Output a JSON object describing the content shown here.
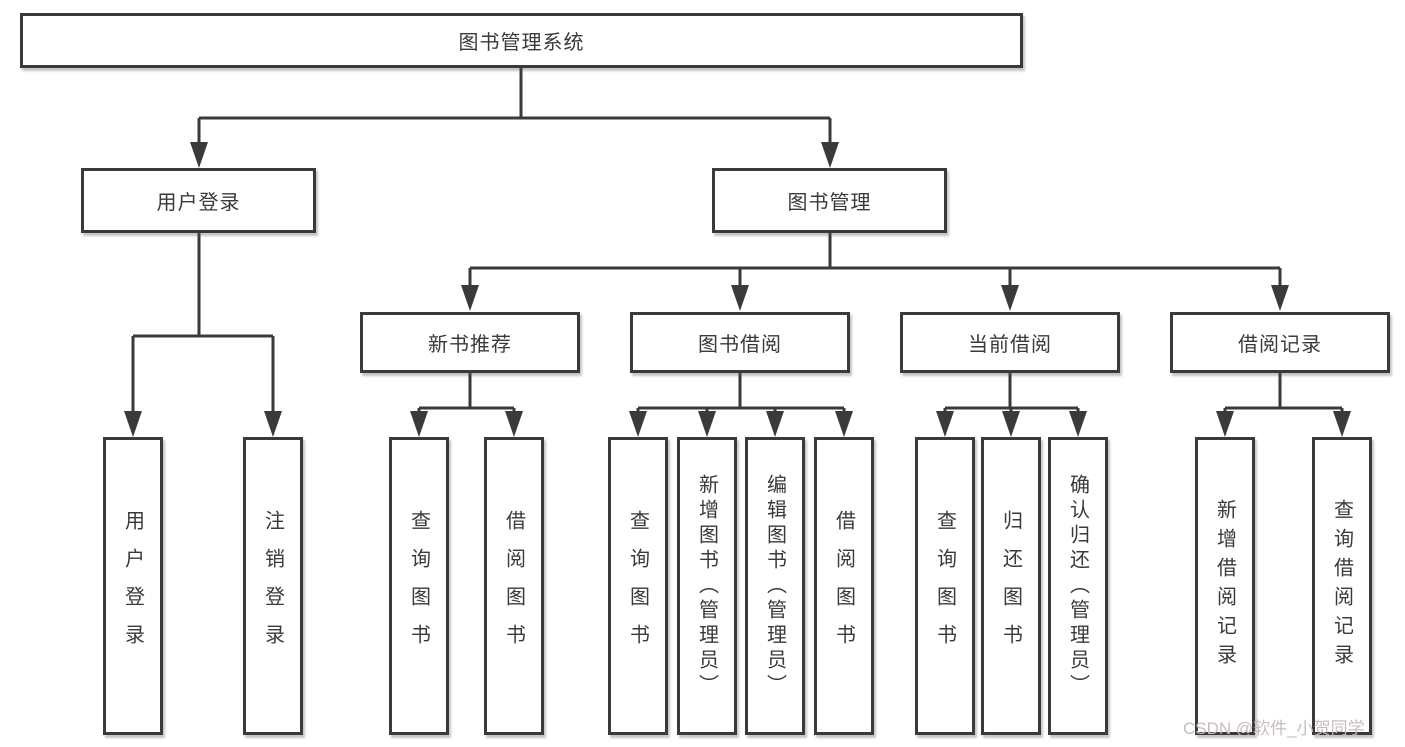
{
  "colors": {
    "line": "#3a3a3a",
    "text": "#3a3a3a",
    "watermark": "#c8bcbe",
    "background": "#ffffff"
  },
  "watermark": "CSDN @软件_小贺同学",
  "tree": {
    "root": {
      "label": "图书管理系统"
    },
    "branches": [
      {
        "label": "用户登录",
        "leaves": [
          {
            "label": "用户登录"
          },
          {
            "label": "注销登录"
          }
        ]
      },
      {
        "label": "图书管理",
        "groups": [
          {
            "label": "新书推荐",
            "leaves": [
              {
                "label": "查询图书"
              },
              {
                "label": "借阅图书"
              }
            ]
          },
          {
            "label": "图书借阅",
            "leaves": [
              {
                "label": "查询图书"
              },
              {
                "label": "新增图书（管理员）"
              },
              {
                "label": "编辑图书（管理员）"
              },
              {
                "label": "借阅图书"
              }
            ]
          },
          {
            "label": "当前借阅",
            "leaves": [
              {
                "label": "查询图书"
              },
              {
                "label": "归还图书"
              },
              {
                "label": "确认归还（管理员）"
              }
            ]
          },
          {
            "label": "借阅记录",
            "leaves": [
              {
                "label": "新增借阅记录"
              },
              {
                "label": "查询借阅记录"
              }
            ]
          }
        ]
      }
    ]
  }
}
